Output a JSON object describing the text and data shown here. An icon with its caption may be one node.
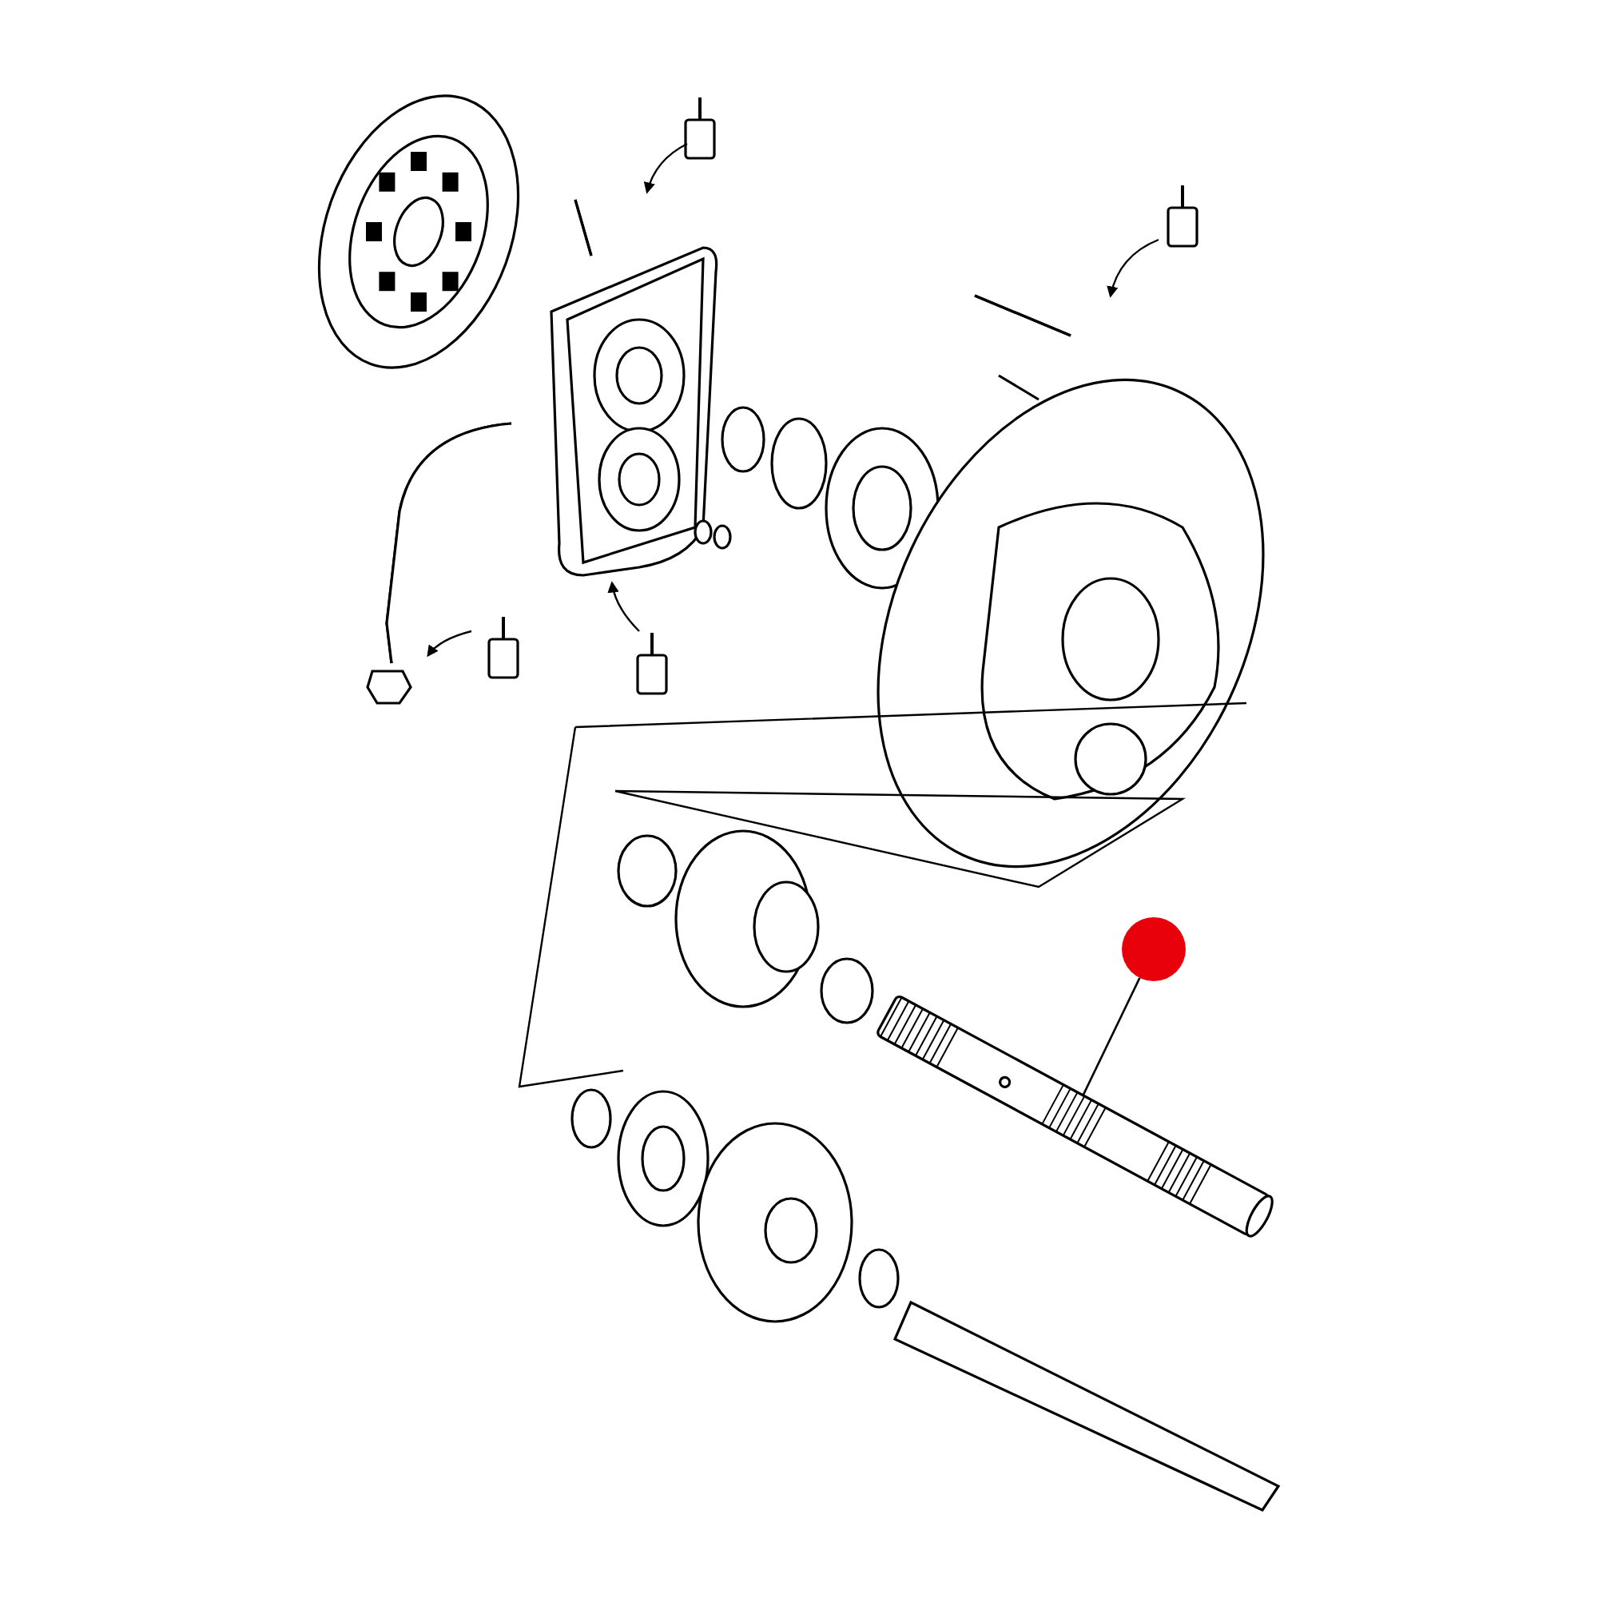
{
  "diagram": {
    "nodes": [
      {
        "text": [],
        "shape": "circle"
      },
      {
        "text": [],
        "shape": "picture"
      }
    ],
    "edges": [
      {
        "from": 0,
        "to": 1,
        "arrow": "none"
      }
    ]
  }
}
